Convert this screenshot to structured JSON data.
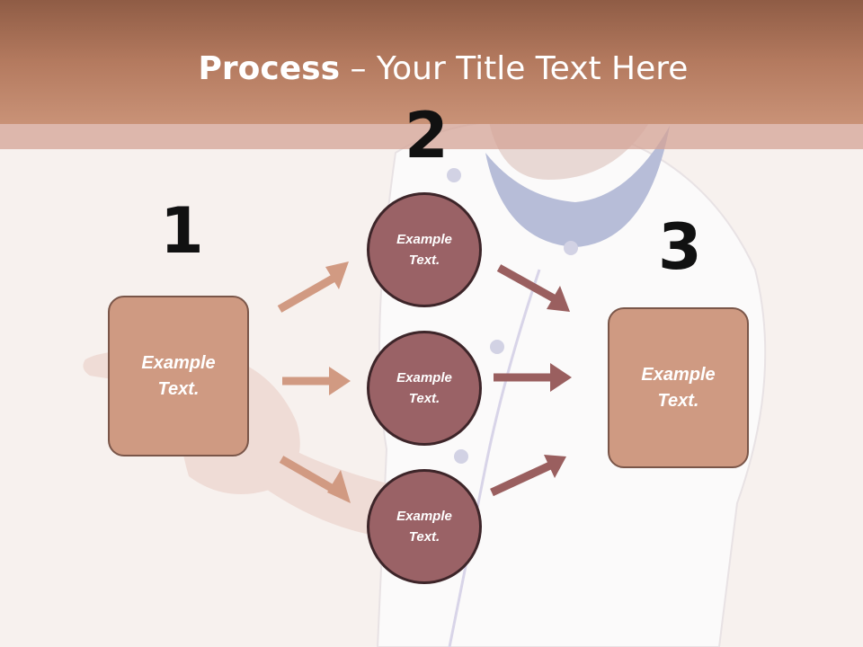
{
  "title": {
    "bold": "Process",
    "rest": " – Your Title Text Here"
  },
  "steps": {
    "one": "1",
    "two": "2",
    "three": "3"
  },
  "left_box": {
    "text": "Example\nText."
  },
  "circles": [
    {
      "text": "Example\nText."
    },
    {
      "text": "Example\nText."
    },
    {
      "text": "Example\nText."
    }
  ],
  "right_box": {
    "text": "Example\nText."
  },
  "colors": {
    "header": "#b47a5f",
    "box_fill": "#cf9a82",
    "circle_fill": "#9a6266",
    "arrow_light": "#d19a82",
    "arrow_dark": "#9a5f5f"
  }
}
